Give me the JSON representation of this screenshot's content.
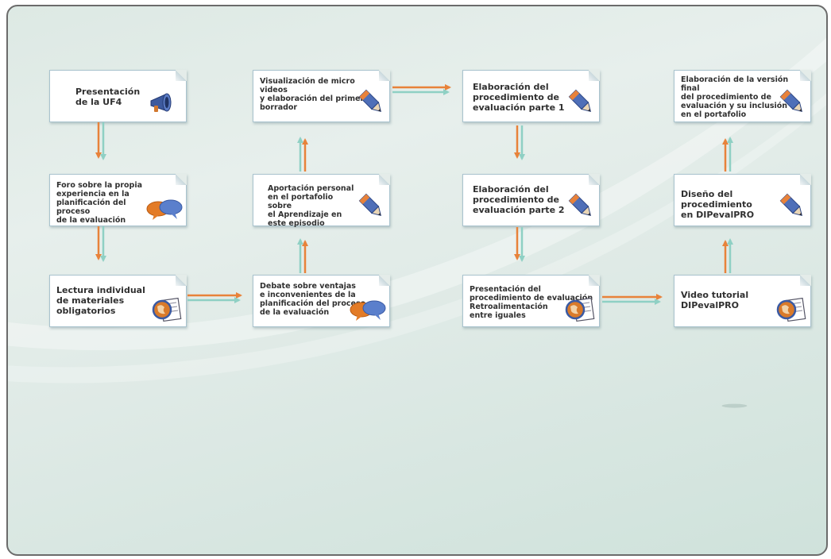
{
  "boxes": [
    {
      "id": "b1",
      "text": "Presentación\nde la UF4",
      "icon": "megaphone-icon"
    },
    {
      "id": "b2",
      "text": "Foro sobre la propia\nexperiencia en la\nplanificación del proceso\nde la evaluación",
      "icon": "speech-bubbles-icon"
    },
    {
      "id": "b3",
      "text": "Lectura individual\nde materiales\nobligatorios",
      "icon": "globe-document-icon"
    },
    {
      "id": "b4",
      "text": "Visualización de micro videos\ny elaboración del primer\nborrador",
      "icon": "pencil-icon"
    },
    {
      "id": "b5",
      "text": "Aportación personal\nen el portafolio sobre\nel Aprendizaje en\neste episodio",
      "icon": "pencil-icon"
    },
    {
      "id": "b6",
      "text": "Debate sobre ventajas\ne inconvenientes de la\nplanificación del proceso\nde la evaluación",
      "icon": "speech-bubbles-icon"
    },
    {
      "id": "b7",
      "text": "Elaboración del\nprocedimiento de\nevaluación parte 1",
      "icon": "pencil-icon"
    },
    {
      "id": "b8",
      "text": "Elaboración del\nprocedimiento de\nevaluación parte 2",
      "icon": "pencil-icon"
    },
    {
      "id": "b9",
      "text": "Presentación del\nprocedimiento de evaluación\nRetroalimentación\nentre iguales",
      "icon": "globe-document-icon"
    },
    {
      "id": "b10",
      "text": "Elaboración de la versión final\ndel procedimiento de\nevaluación y su inclusión\nen el portafolio",
      "icon": "pencil-icon"
    },
    {
      "id": "b11",
      "text": "Diseño del procedimiento\nen DIPevalPRO",
      "icon": "pencil-icon"
    },
    {
      "id": "b12",
      "text": "Video tutorial\nDIPevalPRO",
      "icon": "globe-document-icon"
    }
  ],
  "colors": {
    "arrow_orange": "#e8823a",
    "arrow_teal": "#8fd0c4",
    "card_border": "#a9c3ce"
  }
}
